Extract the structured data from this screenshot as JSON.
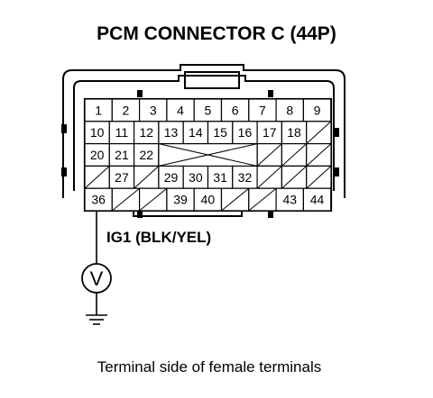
{
  "title": "PCM CONNECTOR C (44P)",
  "wire_label": "IG1 (BLK/YEL)",
  "caption": "Terminal side of female terminals",
  "meter_symbol": "V",
  "connector": {
    "rows": [
      [
        "1",
        "2",
        "3",
        "4",
        "5",
        "6",
        "7",
        "8",
        "9"
      ],
      [
        "10",
        "11",
        "12",
        "13",
        "14",
        "15",
        "16",
        "17",
        "18",
        ""
      ],
      [
        "20",
        "21",
        "22",
        "",
        "",
        "",
        "",
        "",
        "",
        ""
      ],
      [
        "",
        "27",
        "",
        "29",
        "30",
        "31",
        "32",
        "",
        "",
        ""
      ],
      [
        "36",
        "",
        "",
        "39",
        "40",
        "",
        "",
        "43",
        "44"
      ]
    ]
  }
}
